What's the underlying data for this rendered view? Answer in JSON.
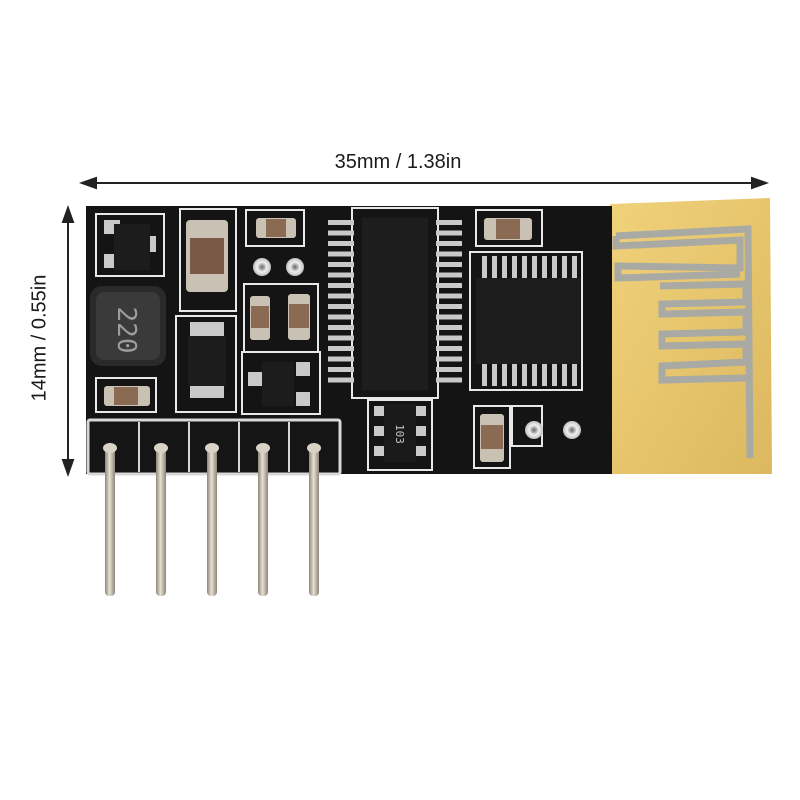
{
  "dimensions": {
    "width_label": "35mm / 1.38in",
    "height_label": "14mm / 0.55in"
  },
  "module": {
    "pin_count": 5,
    "inductor_marking": "220",
    "resistor_marking": "103",
    "colors": {
      "board": "#141414",
      "silkscreen": "#e8e8e8",
      "antenna_substrate": "#e8c66a",
      "antenna_trace": "#a9aaa4",
      "pin_metal": "#c9c2b4",
      "chip": "#1a1a1a"
    }
  }
}
